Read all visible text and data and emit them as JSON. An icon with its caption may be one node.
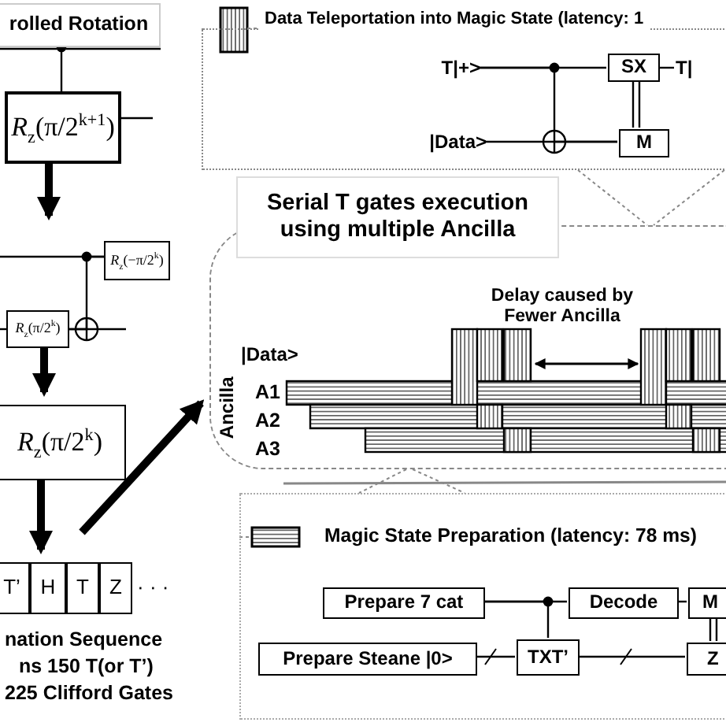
{
  "diagram": {
    "nodes": [
      {
        "text": [
          "rolled Rotation"
        ]
      },
      {
        "text": [
          "*R*$_{z}$(π/2$^{k+1}$)"
        ]
      },
      {
        "text": [
          "*R*$_{z}$(−π/2$^{k}$)"
        ]
      },
      {
        "text": [
          "*R*$_{z}$(π/2$^{k}$)"
        ]
      },
      {
        "text": [
          "*R*$_{z}$(π/2$^{k}$)"
        ]
      },
      {
        "text": [
          "T’"
        ]
      },
      {
        "text": [
          "H"
        ]
      },
      {
        "text": [
          "T"
        ]
      },
      {
        "text": [
          "Z"
        ]
      },
      {
        "text": [
          "Data Teleportation into Magic State (latency: 1"
        ]
      },
      {
        "text": [
          "T|+>"
        ],
        "in": 9
      },
      {
        "text": [
          "|Data>"
        ],
        "in": 9
      },
      {
        "text": [
          "SX"
        ],
        "in": 9
      },
      {
        "text": [
          "M"
        ],
        "in": 9
      },
      {
        "text": [
          "T|"
        ],
        "in": 9
      },
      {
        "text": [
          "Serial T gates execution using multiple Ancilla"
        ]
      },
      {
        "text": [
          "Delay caused by Fewer Ancilla",
          "|Data>",
          "A1",
          "A2",
          "A3",
          "Ancilla"
        ]
      },
      {
        "text": [
          "Magic State Preparation (latency: 78 ms)"
        ]
      },
      {
        "text": [
          "Prepare 7 cat"
        ],
        "in": 17
      },
      {
        "text": [
          "Decode"
        ],
        "in": 17
      },
      {
        "text": [
          "M"
        ],
        "in": 17
      },
      {
        "text": [
          "Prepare Steane |0>"
        ],
        "in": 17
      },
      {
        "text": [
          "TXT’"
        ],
        "in": 17
      },
      {
        "text": [
          "Z"
        ],
        "in": 17
      }
    ],
    "edges": [
      {
        "from": 0,
        "to": 1,
        "arrow": "other"
      },
      {
        "from": 1,
        "to": null,
        "arrow": "to",
        "style": "thick"
      },
      {
        "from": 3,
        "to": 4,
        "arrow": "to",
        "style": "thick"
      },
      {
        "from": 4,
        "to": 6,
        "arrow": "to",
        "style": "thick"
      },
      {
        "from": null,
        "to": 16,
        "arrow": "to",
        "style": "thick"
      },
      {
        "from": 10,
        "to": 12,
        "arrow": "none"
      },
      {
        "from": 12,
        "to": 14,
        "arrow": "none"
      },
      {
        "from": 11,
        "to": 13,
        "arrow": "none"
      },
      {
        "from": 12,
        "to": 13,
        "arrow": "none"
      },
      {
        "from": 9,
        "to": 16,
        "arrow": "none",
        "style": "dashed",
        "color": "#888888"
      },
      {
        "from": 9,
        "to": 16,
        "arrow": "none",
        "style": "dashed",
        "color": "#888888"
      },
      {
        "from": 16,
        "to": 17,
        "arrow": "none",
        "style": "dashed",
        "color": "#888888"
      },
      {
        "from": 16,
        "to": 17,
        "arrow": "none",
        "style": "dashed",
        "color": "#888888"
      },
      {
        "from": 18,
        "to": 19,
        "arrow": "none"
      },
      {
        "from": 19,
        "to": 20,
        "arrow": "none"
      },
      {
        "from": 18,
        "to": 22,
        "arrow": "none"
      },
      {
        "from": 21,
        "to": 22,
        "arrow": "none"
      },
      {
        "from": 22,
        "to": 23,
        "arrow": "none"
      },
      {
        "from": 20,
        "to": 23,
        "arrow": "none"
      },
      {
        "from": null,
        "to": 2,
        "arrow": "none"
      },
      {
        "from": null,
        "to": 3,
        "arrow": "none"
      },
      {
        "from": 3,
        "to": null,
        "arrow": "none"
      },
      {
        "from": 1,
        "to": null,
        "arrow": "none"
      },
      {
        "from": 2,
        "to": 3,
        "arrow": "none"
      },
      {
        "from": 10,
        "to": 13,
        "arrow": "none"
      }
    ],
    "labels": [
      "· · ·",
      "nation Sequence",
      "ns 150 T(or T’)",
      "225 Clifford Gates"
    ]
  }
}
